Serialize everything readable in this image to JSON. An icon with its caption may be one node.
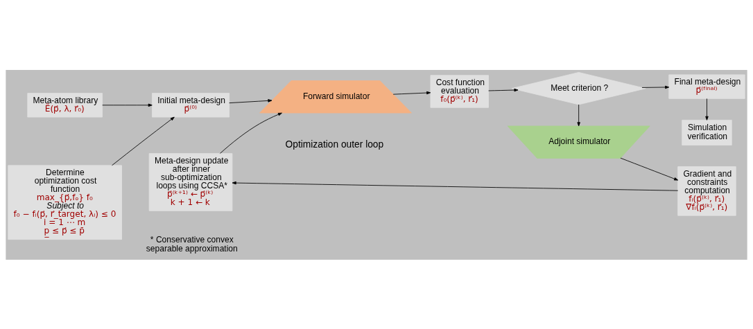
{
  "diagram": {
    "nodes": [
      {
        "text": [
          "Meta-atom library",
          "Ẽ(p⃗, λ, r⃗₀)"
        ]
      },
      {
        "text": [
          "Determine optimization cost function",
          "max_{p⃗,fₒ} f₀",
          "Subject to",
          "f₀ − fᵢ(p⃗, r⃗_target, λᵢ) ≤ 0",
          "i = 1 ⋯ m",
          "p̲ ≤ p⃗ ≤ p̄"
        ]
      },
      {
        "text": [
          "Initial meta-design",
          "p⃗⁽⁰⁾"
        ]
      },
      {
        "text": [
          "Forward simulator"
        ]
      },
      {
        "text": [
          "Cost function evaluation",
          "f₀(p⃗⁽ᵏ⁾, r⃗₁)"
        ]
      },
      {
        "text": [
          "Meet criterion ?"
        ]
      },
      {
        "text": [
          "Final meta-design",
          "p⃗⁽ᶠⁱⁿᵃˡ⁾"
        ]
      },
      {
        "text": [
          "Simulation verification"
        ]
      },
      {
        "text": [
          "Adjoint simulator"
        ]
      },
      {
        "text": [
          "Gradient and constraints computation",
          "fᵢ(p⃗⁽ᵏ⁾, r⃗₁)",
          "∇fᵢ(p⃗⁽ᵏ⁾, r⃗₁)"
        ]
      },
      {
        "text": [
          "Meta-design update after inner sub-optimization loops using CCSA*",
          "p⃗⁽ᵏ⁺¹⁾ ← p⃗⁽ᵏ⁾",
          "k + 1 ← k"
        ]
      }
    ],
    "edges": [
      {
        "from": 0,
        "to": 2,
        "arrow": "to"
      },
      {
        "from": 1,
        "to": 2,
        "arrow": "to"
      },
      {
        "from": 2,
        "to": 3,
        "arrow": "to"
      },
      {
        "from": 3,
        "to": 4,
        "arrow": "to"
      },
      {
        "from": 4,
        "to": 5,
        "arrow": "to"
      },
      {
        "from": 5,
        "to": 6,
        "arrow": "to"
      },
      {
        "from": 6,
        "to": 7,
        "arrow": "to"
      },
      {
        "from": 5,
        "to": 8,
        "arrow": "to"
      },
      {
        "from": 8,
        "to": 9,
        "arrow": "to"
      },
      {
        "from": 9,
        "to": 10,
        "arrow": "to"
      },
      {
        "from": 10,
        "to": 3,
        "arrow": "to"
      }
    ],
    "labels": [
      "Optimization outer loop",
      "* Conservative convex separable approximation"
    ]
  }
}
